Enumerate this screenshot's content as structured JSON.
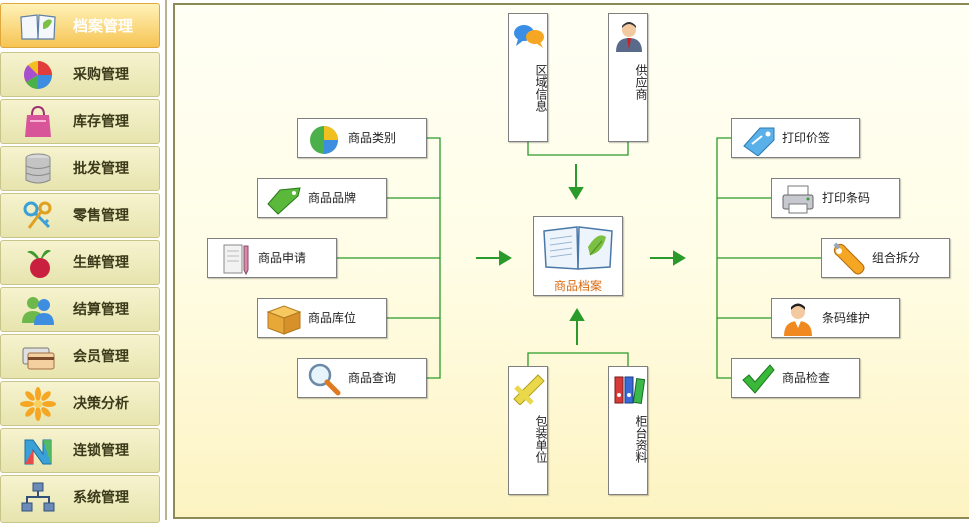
{
  "sidebar": {
    "items": [
      {
        "label": "档案管理",
        "icon": "book-icon",
        "active": true
      },
      {
        "label": "采购管理",
        "icon": "pie-chart-icon"
      },
      {
        "label": "库存管理",
        "icon": "shopping-bag-icon"
      },
      {
        "label": "批发管理",
        "icon": "database-icon"
      },
      {
        "label": "零售管理",
        "icon": "keys-icon"
      },
      {
        "label": "生鲜管理",
        "icon": "vegetable-icon"
      },
      {
        "label": "结算管理",
        "icon": "users-icon"
      },
      {
        "label": "会员管理",
        "icon": "cards-icon"
      },
      {
        "label": "决策分析",
        "icon": "flower-icon"
      },
      {
        "label": "连锁管理",
        "icon": "chain-icon"
      },
      {
        "label": "系统管理",
        "icon": "network-icon"
      }
    ]
  },
  "diagram": {
    "center": {
      "label": "商品档案",
      "icon": "open-book-icon"
    },
    "top": [
      {
        "label": "区域信息",
        "icon": "chat-bubbles-icon"
      },
      {
        "label": "供应商",
        "icon": "person-icon"
      }
    ],
    "bottom": [
      {
        "label": "包装单位",
        "icon": "ruler-icon"
      },
      {
        "label": "柜台资料",
        "icon": "binders-icon"
      }
    ],
    "left": [
      {
        "label": "商品类别",
        "icon": "pie-chart-icon"
      },
      {
        "label": "商品品牌",
        "icon": "tag-icon"
      },
      {
        "label": "商品申请",
        "icon": "notepad-icon"
      },
      {
        "label": "商品库位",
        "icon": "crate-icon"
      },
      {
        "label": "商品查询",
        "icon": "magnifier-icon"
      }
    ],
    "right": [
      {
        "label": "打印价签",
        "icon": "price-tag-icon"
      },
      {
        "label": "打印条码",
        "icon": "printer-icon"
      },
      {
        "label": "组合拆分",
        "icon": "wrench-icon"
      },
      {
        "label": "条码维护",
        "icon": "user-orange-icon"
      },
      {
        "label": "商品检查",
        "icon": "checkmark-icon"
      }
    ]
  },
  "colors": {
    "connector": "#2a9a2a",
    "active_nav": "#f6c453",
    "panel_border": "#8c8a55",
    "center_label": "#d86a10"
  }
}
